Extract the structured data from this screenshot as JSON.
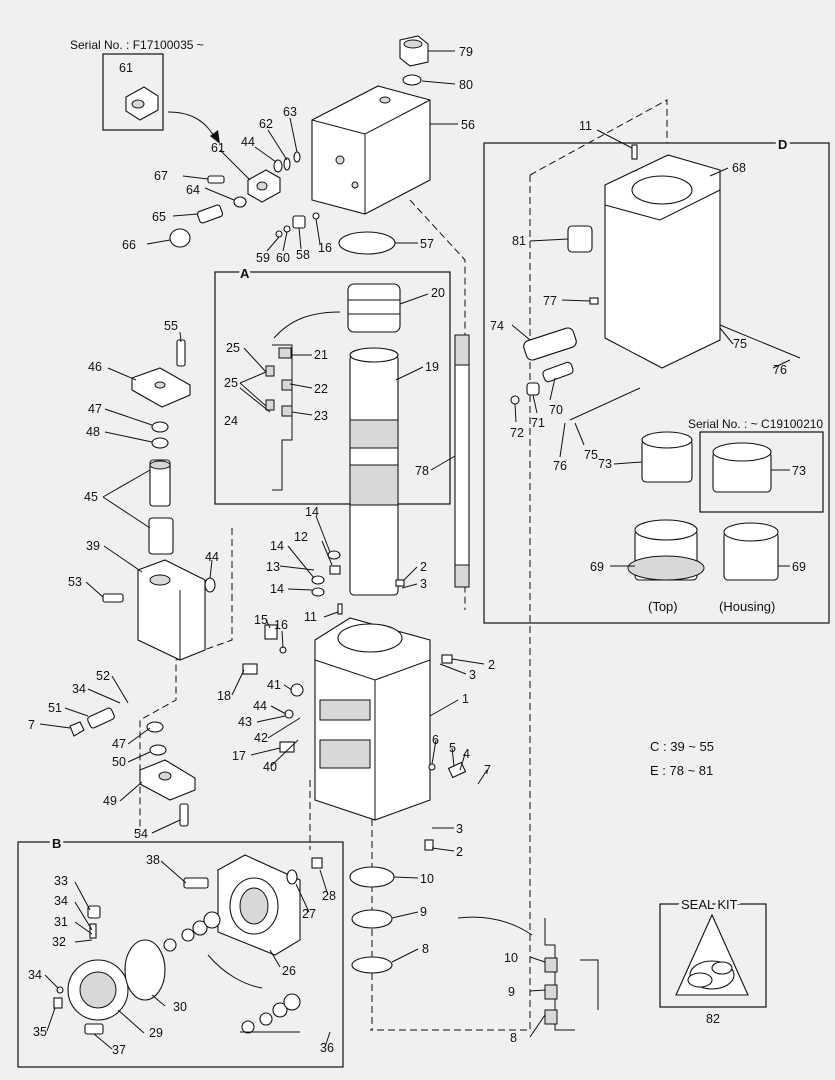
{
  "callouts": [
    {
      "id": "c79",
      "text": "79"
    },
    {
      "id": "c80",
      "text": "80"
    },
    {
      "id": "c56",
      "text": "56"
    },
    {
      "id": "c61a",
      "text": "61"
    },
    {
      "id": "c61b",
      "text": "61"
    },
    {
      "id": "c62",
      "text": "62"
    },
    {
      "id": "c63",
      "text": "63"
    },
    {
      "id": "c44a",
      "text": "44"
    },
    {
      "id": "c67",
      "text": "67"
    },
    {
      "id": "c64",
      "text": "64"
    },
    {
      "id": "c65",
      "text": "65"
    },
    {
      "id": "c66",
      "text": "66"
    },
    {
      "id": "c59",
      "text": "59"
    },
    {
      "id": "c60",
      "text": "60"
    },
    {
      "id": "c58",
      "text": "58"
    },
    {
      "id": "c16a",
      "text": "16"
    },
    {
      "id": "c57",
      "text": "57"
    },
    {
      "id": "c20",
      "text": "20"
    },
    {
      "id": "c21",
      "text": "21"
    },
    {
      "id": "c22",
      "text": "22"
    },
    {
      "id": "c23",
      "text": "23"
    },
    {
      "id": "c24",
      "text": "24"
    },
    {
      "id": "c25a",
      "text": "25"
    },
    {
      "id": "c25b",
      "text": "25"
    },
    {
      "id": "c19",
      "text": "19"
    },
    {
      "id": "c78",
      "text": "78"
    },
    {
      "id": "c55",
      "text": "55"
    },
    {
      "id": "c46",
      "text": "46"
    },
    {
      "id": "c47a",
      "text": "47"
    },
    {
      "id": "c48",
      "text": "48"
    },
    {
      "id": "c45",
      "text": "45"
    },
    {
      "id": "c39",
      "text": "39"
    },
    {
      "id": "c44b",
      "text": "44"
    },
    {
      "id": "c53",
      "text": "53"
    },
    {
      "id": "c14a",
      "text": "14"
    },
    {
      "id": "c12",
      "text": "12"
    },
    {
      "id": "c14b",
      "text": "14"
    },
    {
      "id": "c13",
      "text": "13"
    },
    {
      "id": "c14c",
      "text": "14"
    },
    {
      "id": "c11a",
      "text": "11"
    },
    {
      "id": "c2a",
      "text": "2"
    },
    {
      "id": "c3a",
      "text": "3"
    },
    {
      "id": "c15",
      "text": "15"
    },
    {
      "id": "c16b",
      "text": "16"
    },
    {
      "id": "c2b",
      "text": "2"
    },
    {
      "id": "c3b",
      "text": "3"
    },
    {
      "id": "c1",
      "text": "1"
    },
    {
      "id": "c18",
      "text": "18"
    },
    {
      "id": "c41",
      "text": "41"
    },
    {
      "id": "c44c",
      "text": "44"
    },
    {
      "id": "c43",
      "text": "43"
    },
    {
      "id": "c42",
      "text": "42"
    },
    {
      "id": "c17",
      "text": "17"
    },
    {
      "id": "c40",
      "text": "40"
    },
    {
      "id": "c52",
      "text": "52"
    },
    {
      "id": "c34a",
      "text": "34"
    },
    {
      "id": "c51",
      "text": "51"
    },
    {
      "id": "c7a",
      "text": "7"
    },
    {
      "id": "c47b",
      "text": "47"
    },
    {
      "id": "c50",
      "text": "50"
    },
    {
      "id": "c49",
      "text": "49"
    },
    {
      "id": "c54",
      "text": "54"
    },
    {
      "id": "c6",
      "text": "6"
    },
    {
      "id": "c5",
      "text": "5"
    },
    {
      "id": "c4",
      "text": "4"
    },
    {
      "id": "c7b",
      "text": "7"
    },
    {
      "id": "c3c",
      "text": "3"
    },
    {
      "id": "c2c",
      "text": "2"
    },
    {
      "id": "c10a",
      "text": "10"
    },
    {
      "id": "c9a",
      "text": "9"
    },
    {
      "id": "c8a",
      "text": "8"
    },
    {
      "id": "c11b",
      "text": "11"
    },
    {
      "id": "c68",
      "text": "68"
    },
    {
      "id": "c81",
      "text": "81"
    },
    {
      "id": "c77",
      "text": "77"
    },
    {
      "id": "c74",
      "text": "74"
    },
    {
      "id": "c75a",
      "text": "75"
    },
    {
      "id": "c76a",
      "text": "76"
    },
    {
      "id": "c72",
      "text": "72"
    },
    {
      "id": "c71",
      "text": "71"
    },
    {
      "id": "c70",
      "text": "70"
    },
    {
      "id": "c75b",
      "text": "75"
    },
    {
      "id": "c76b",
      "text": "76"
    },
    {
      "id": "c73a",
      "text": "73"
    },
    {
      "id": "c73b",
      "text": "73"
    },
    {
      "id": "c69a",
      "text": "69"
    },
    {
      "id": "c69b",
      "text": "69"
    },
    {
      "id": "c38",
      "text": "38"
    },
    {
      "id": "c33",
      "text": "33"
    },
    {
      "id": "c34b",
      "text": "34"
    },
    {
      "id": "c31",
      "text": "31"
    },
    {
      "id": "c32",
      "text": "32"
    },
    {
      "id": "c34c",
      "text": "34"
    },
    {
      "id": "c35",
      "text": "35"
    },
    {
      "id": "c37",
      "text": "37"
    },
    {
      "id": "c29",
      "text": "29"
    },
    {
      "id": "c30",
      "text": "30"
    },
    {
      "id": "c26",
      "text": "26"
    },
    {
      "id": "c27",
      "text": "27"
    },
    {
      "id": "c28",
      "text": "28"
    },
    {
      "id": "c36",
      "text": "36"
    },
    {
      "id": "c10b",
      "text": "10"
    },
    {
      "id": "c9b",
      "text": "9"
    },
    {
      "id": "c8b",
      "text": "8"
    },
    {
      "id": "c82",
      "text": "82"
    }
  ],
  "labels": {
    "serial_top": "Serial No. : F17100035 ~",
    "serial_right": "Serial No. : ~ C19100210",
    "box_a": "A",
    "box_b": "B",
    "box_d": "D",
    "top": "(Top)",
    "housing": "(Housing)",
    "note_c": "C : 39 ~ 55",
    "note_e": "E : 78 ~ 81",
    "seal_kit": "SEAL KIT"
  }
}
